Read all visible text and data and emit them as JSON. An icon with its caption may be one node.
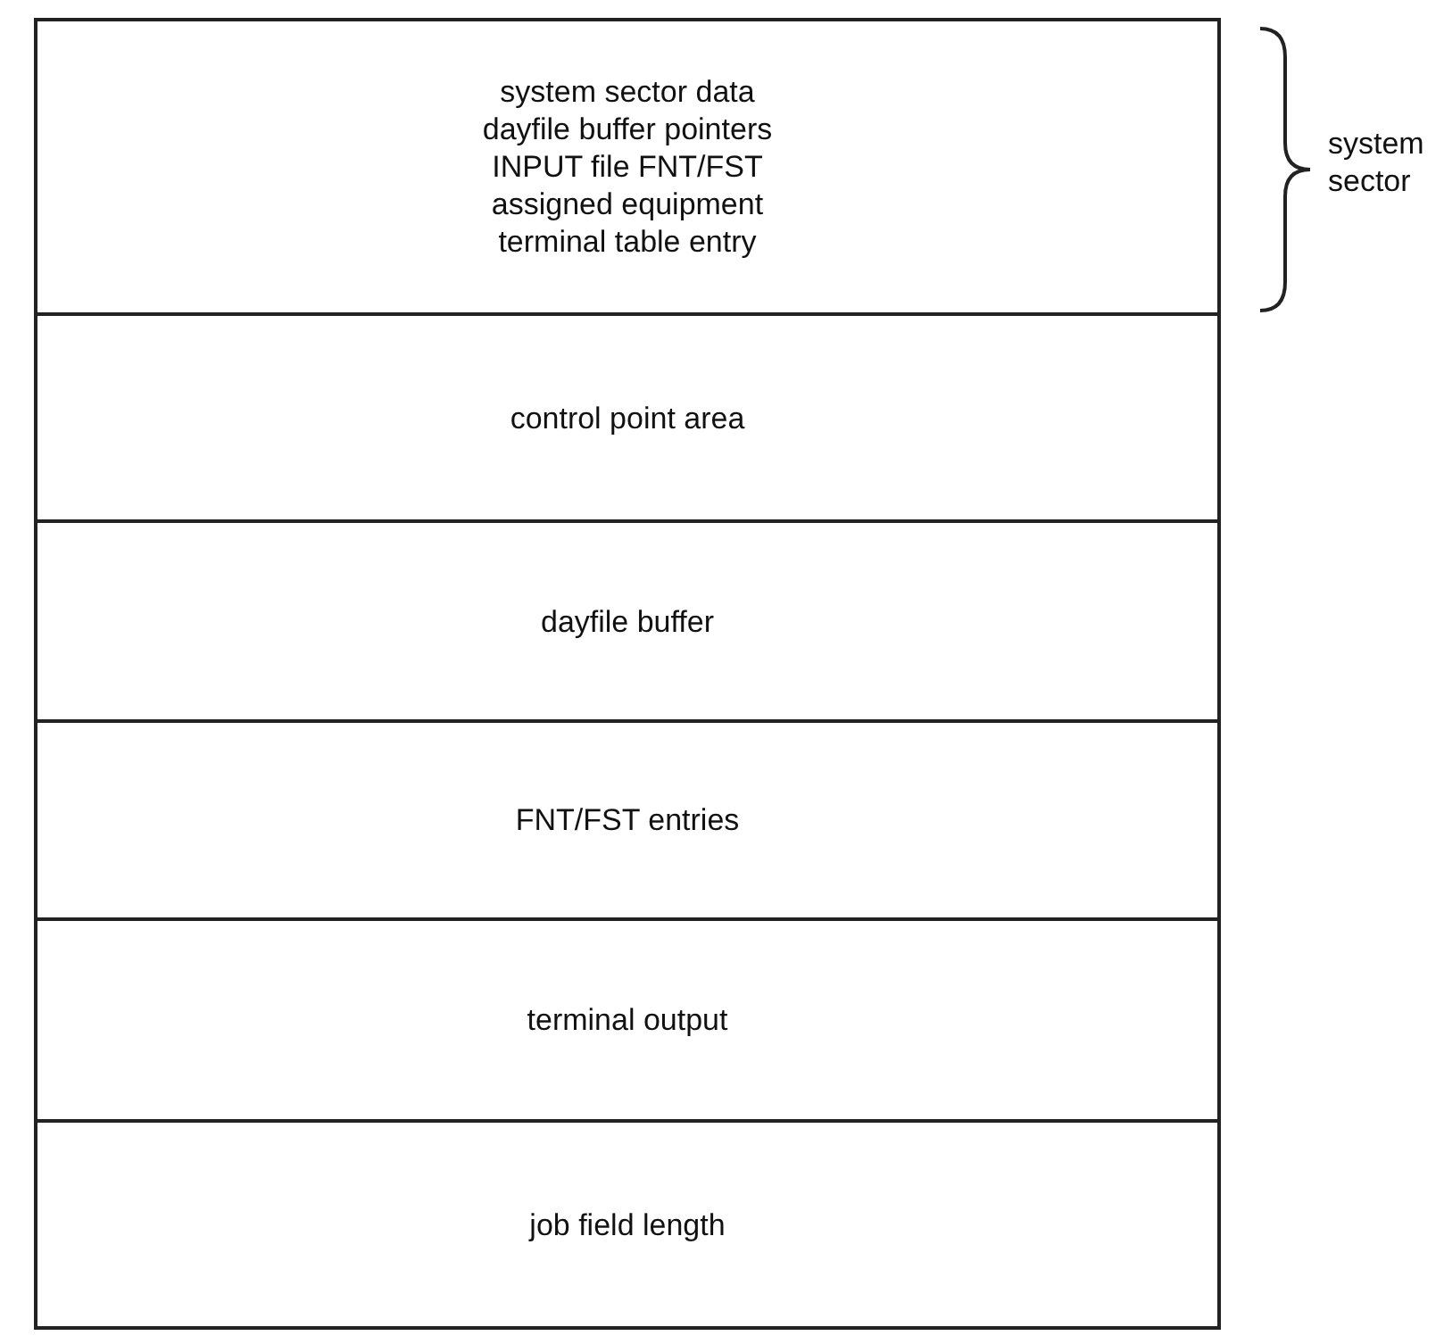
{
  "diagram": {
    "nodes": [
      {
        "text": [
          "system sector data",
          "dayfile buffer pointers",
          "INPUT file FNT/FST",
          "assigned equipment",
          "terminal table entry"
        ],
        "beside": [
          "system sector"
        ]
      },
      {
        "text": [
          "control point area"
        ]
      },
      {
        "text": [
          "dayfile buffer"
        ]
      },
      {
        "text": [
          "FNT/FST entries"
        ]
      },
      {
        "text": [
          "terminal output"
        ]
      },
      {
        "text": [
          "job field length"
        ]
      }
    ]
  }
}
